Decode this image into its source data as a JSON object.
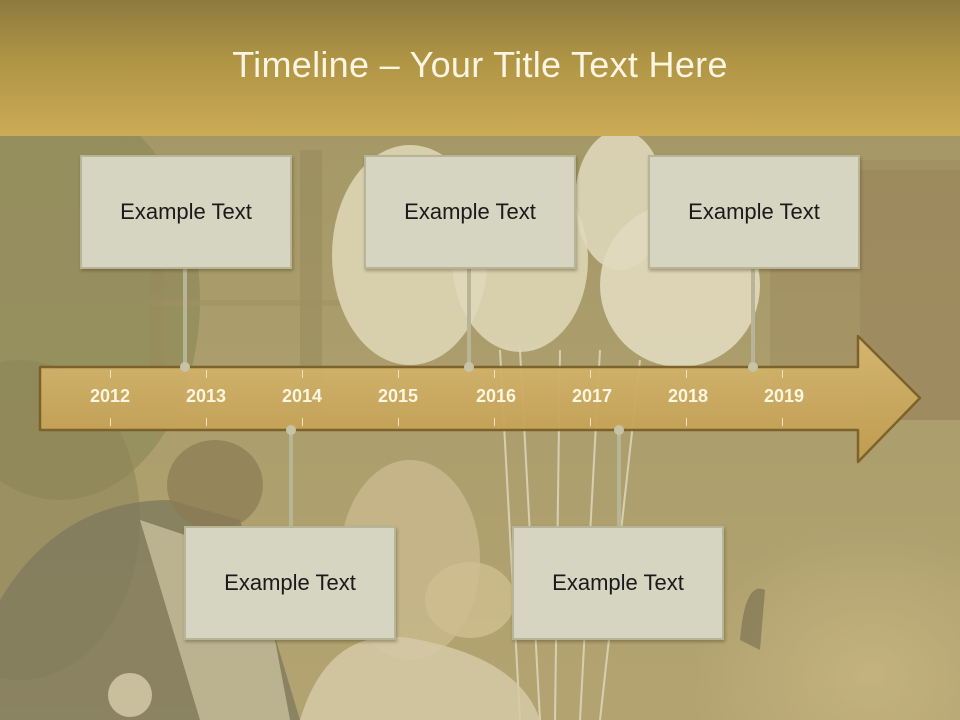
{
  "slide": {
    "title": "Timeline – Your Title Text Here",
    "background_description_icon": "wedding-couple-photo",
    "colors": {
      "header": "#b09545",
      "arrow": "#c9a75a",
      "arrow_outline": "#7a5f28",
      "box": "#d6d5c1",
      "connector": "#b8b596"
    }
  },
  "timeline": {
    "years": [
      "2012",
      "2013",
      "2014",
      "2015",
      "2016",
      "2017",
      "2018",
      "2019"
    ],
    "events_top": [
      {
        "text": "Example Text"
      },
      {
        "text": "Example Text"
      },
      {
        "text": "Example Text"
      }
    ],
    "events_bottom": [
      {
        "text": "Example Text"
      },
      {
        "text": "Example Text"
      }
    ]
  }
}
